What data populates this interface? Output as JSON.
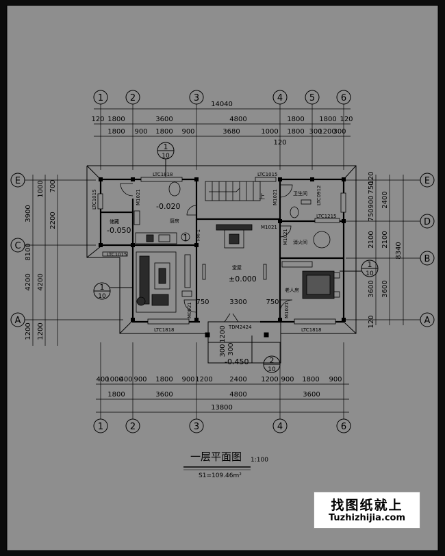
{
  "colors": {
    "page_bg": "#0c0c0c",
    "drawing_bg": "#8e8e8e",
    "line": "#000000",
    "fill_dark": "#2a2a2a",
    "brand_bg": "#ffffff"
  },
  "grid": {
    "top": [
      "1",
      "2",
      "3",
      "4",
      "5",
      "6"
    ],
    "bottom": [
      "1",
      "2",
      "3",
      "4",
      "6"
    ],
    "left": [
      "E",
      "C",
      "A"
    ],
    "right": [
      "E",
      "D",
      "B",
      "A"
    ]
  },
  "dims": {
    "top_total": "14040",
    "top_row1": [
      "120",
      "1800",
      "3600",
      "4800",
      "1800",
      "1800",
      "120"
    ],
    "top_row2": [
      "1800",
      "900",
      "1800",
      "900",
      "3680",
      "1000",
      "1800",
      "300",
      "1200",
      "300"
    ],
    "top_row3": "120",
    "bottom_row1": [
      "400",
      "1000",
      "400",
      "900",
      "1800",
      "900",
      "1200",
      "2400",
      "1200",
      "900",
      "1800",
      "900"
    ],
    "bottom_row2": [
      "1800",
      "3600",
      "4800",
      "3600"
    ],
    "bottom_total": "13800",
    "left_col1": [
      "3900",
      "4200",
      "1200"
    ],
    "left_col1_total": "8100",
    "left_col2": [
      "1000",
      "700",
      "2200",
      "4200",
      "1200"
    ],
    "right_col1": [
      "120",
      "750",
      "900",
      "750",
      "2100",
      "3600",
      "120"
    ],
    "right_col2": [
      "2400",
      "2100",
      "3600"
    ],
    "right_total": "8340",
    "inner": [
      "750",
      "3300",
      "750"
    ],
    "porch_v": [
      "1200",
      "300",
      "300"
    ]
  },
  "labels": {
    "ltc_top1": "LTC1818",
    "ltc_top2": "LTC1015",
    "ltc_right1": "LTC0912",
    "ltc_right2": "LTC1215",
    "ltc_left1": "LTC1015",
    "ltc_left2": "LTC1015",
    "ltc_bot1": "LTC1818",
    "ltc_bot2": "LTC1818",
    "door_1": "M1021",
    "door_2": "M1021",
    "door_3": "M1021",
    "door_4": "M1021",
    "door_5": "M0921",
    "fm": "FM-1",
    "tdm": "TDM2424",
    "kitchen": "厨房",
    "kitchen_elev": "-0.020",
    "storage": "储藏",
    "storage_elev": "-0.050",
    "bathroom": "卫生间",
    "living": "堂屋",
    "living_elev": "±0.000",
    "elder": "老人房",
    "fire": "消火间",
    "porch_elev": "-0.450",
    "up": "上",
    "mark_1": "1"
  },
  "sections": [
    {
      "num": "1",
      "den": "10"
    },
    {
      "num": "1",
      "den": "10"
    },
    {
      "num": "1",
      "den": "10"
    },
    {
      "num": "2",
      "den": "10"
    }
  ],
  "title": {
    "text": "一层平面图",
    "scale": "1:100",
    "area": "S1=109.46m²"
  },
  "brand": {
    "cn": "找图纸就上",
    "en": "Tuzhizhijia.com"
  }
}
